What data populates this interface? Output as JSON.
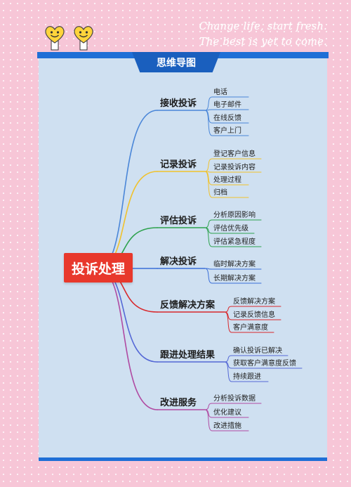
{
  "header": {
    "line1": "Change life, start fresh.",
    "line2": "The best is yet to come."
  },
  "title": "思维导图",
  "central": "投诉处理",
  "branches": [
    {
      "label": "接收投诉",
      "color": "#4a86d8",
      "children": [
        "电话",
        "电子邮件",
        "在线反馈",
        "客户上门"
      ]
    },
    {
      "label": "记录投诉",
      "color": "#f0c22c",
      "children": [
        "登记客户信息",
        "记录投诉内容",
        "处理过程",
        "归档"
      ]
    },
    {
      "label": "评估投诉",
      "color": "#2ea24e",
      "children": [
        "分析原因影响",
        "评估优先级",
        "评估紧急程度"
      ]
    },
    {
      "label": "解决投诉",
      "color": "#3a6ed8",
      "children": [
        "临时解决方案",
        "长期解决方案"
      ]
    },
    {
      "label": "反馈解决方案",
      "color": "#d8282c",
      "children": [
        "反馈解决方案",
        "记录反馈信息",
        "客户满意度"
      ]
    },
    {
      "label": "跟进处理结果",
      "color": "#5468d6",
      "children": [
        "确认投诉已解决",
        "获取客户满意度反馈",
        "持续跟进"
      ]
    },
    {
      "label": "改进服务",
      "color": "#b04aa2",
      "children": [
        "分析投诉数据",
        "优化建议",
        "改进措施"
      ]
    }
  ]
}
